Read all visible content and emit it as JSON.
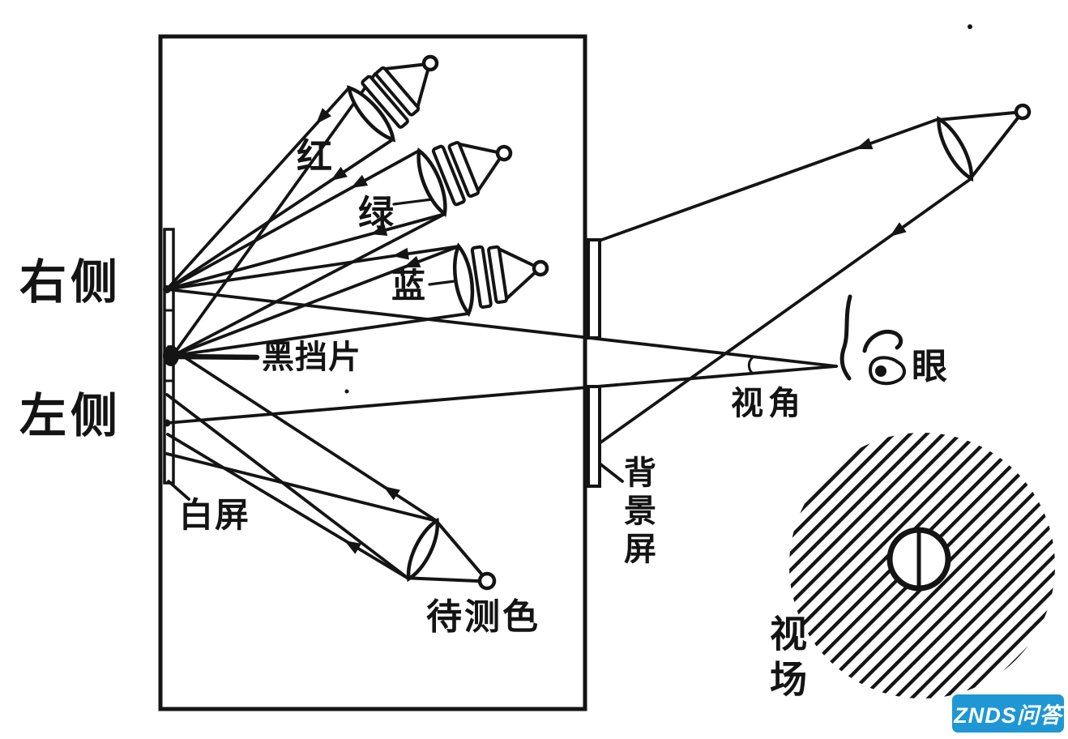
{
  "diagram": {
    "title_hint": "additive color matching experiment diagram",
    "labels": {
      "right_side": "右侧",
      "left_side": "左侧",
      "red": "红",
      "green": "绿",
      "blue": "蓝",
      "black_baffle": "黑挡片",
      "white_screen": "白屏",
      "test_color": "待测色",
      "view_angle": "视角",
      "eye": "眼",
      "background_screen": "背景屏",
      "view_field": "视场"
    },
    "colors": {
      "ink": "#141414",
      "background": "#ffffff",
      "watermark_blue": "#1e97d4",
      "watermark_text": "#ffffff"
    },
    "watermark": {
      "text": "ZNDS问答"
    }
  }
}
